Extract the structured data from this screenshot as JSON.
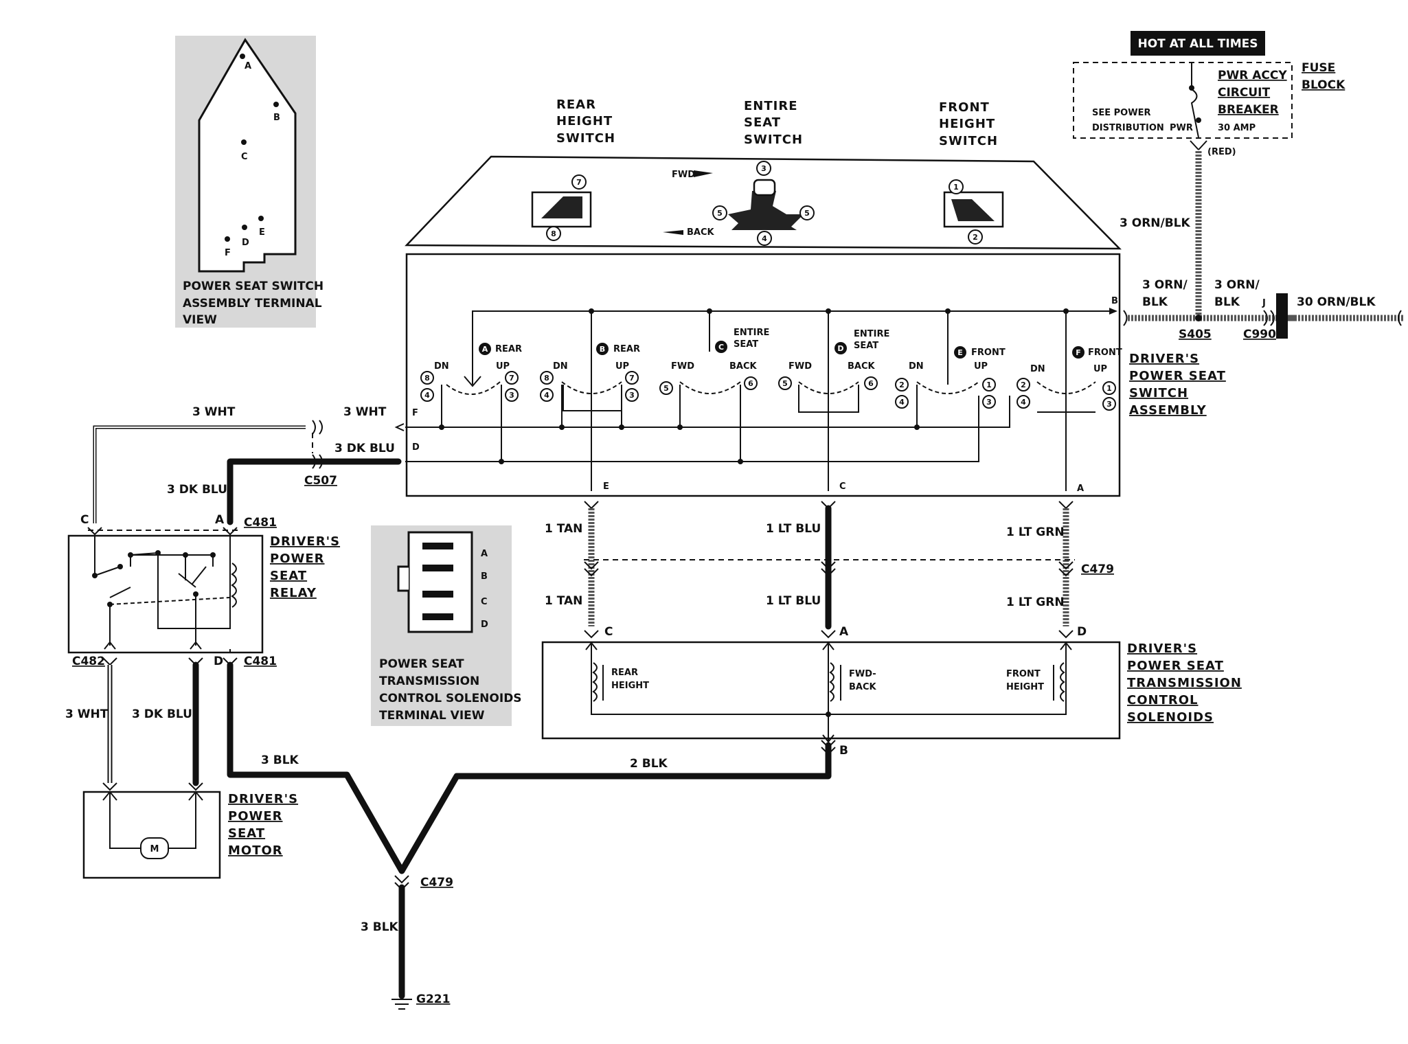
{
  "hot_banner": "HOT AT ALL TIMES",
  "fuse": {
    "breaker": [
      "PWR ACCY",
      "CIRCUIT",
      "BREAKER"
    ],
    "amp": "30 AMP",
    "see_power": [
      "SEE POWER",
      "DISTRIBUTION"
    ],
    "pwr": "PWR",
    "block": [
      "FUSE",
      "BLOCK"
    ],
    "red": "(RED)"
  },
  "switch_headers": {
    "rear": [
      "REAR",
      "HEIGHT",
      "SWITCH"
    ],
    "entire": [
      "ENTIRE",
      "SEAT",
      "SWITCH"
    ],
    "front": [
      "FRONT",
      "HEIGHT",
      "SWITCH"
    ]
  },
  "panel": {
    "fwd": "FWD",
    "back": "BACK"
  },
  "terminal_view": {
    "letters": [
      "A",
      "B",
      "C",
      "D",
      "E",
      "F"
    ],
    "caption": [
      "POWER SEAT SWITCH",
      "ASSEMBLY TERMINAL",
      "VIEW"
    ]
  },
  "solenoid_view": {
    "letters": [
      "A",
      "B",
      "C",
      "D"
    ],
    "caption": [
      "POWER SEAT",
      "TRANSMISSION",
      "CONTROL SOLENOIDS",
      "TERMINAL VIEW"
    ]
  },
  "switch_assembly": {
    "name": [
      "DRIVER'S",
      "POWER SEAT",
      "SWITCH",
      "ASSEMBLY"
    ],
    "contacts": [
      {
        "letter": "A",
        "label": [
          "REAR"
        ],
        "left": "DN",
        "right": "UP"
      },
      {
        "letter": "B",
        "label": [
          "REAR"
        ],
        "left": "DN",
        "right": "UP"
      },
      {
        "letter": "C",
        "label": [
          "ENTIRE",
          "SEAT"
        ],
        "left": "FWD",
        "right": "BACK"
      },
      {
        "letter": "D",
        "label": [
          "ENTIRE",
          "SEAT"
        ],
        "left": "FWD",
        "right": "BACK"
      },
      {
        "letter": "E",
        "label": [
          "FRONT"
        ],
        "left": "DN",
        "right": "UP"
      },
      {
        "letter": "F",
        "label": [
          "FRONT"
        ],
        "left": "DN",
        "right": "UP"
      }
    ],
    "pins": {
      "B": "B",
      "F": "F",
      "D": "D",
      "E": "E",
      "C": "C",
      "A": "A"
    }
  },
  "wires": {
    "orn_blk_3": "3 ORN/BLK",
    "orn_a": "3 ORN/",
    "orn_b": "BLK",
    "orn_30": "30 ORN/BLK",
    "wht": "3 WHT",
    "dk_blu": "3 DK BLU",
    "tan": "1 TAN",
    "lt_blu": "1 LT BLU",
    "lt_grn": "1 LT GRN",
    "blk3": "3 BLK",
    "blk2": "2 BLK"
  },
  "connectors": {
    "s405": "S405",
    "c990": "C990",
    "j": "J",
    "c507": "C507",
    "c481": "C481",
    "c482": "C482",
    "c479": "C479",
    "g221": "G221"
  },
  "relay": {
    "name": [
      "DRIVER'S",
      "POWER",
      "SEAT",
      "RELAY"
    ],
    "pins": {
      "C": "C",
      "A": "A",
      "D": "D"
    }
  },
  "motor": {
    "name": [
      "DRIVER'S",
      "POWER",
      "SEAT",
      "MOTOR"
    ],
    "symbol": "M"
  },
  "solenoids": {
    "name": [
      "DRIVER'S",
      "POWER SEAT",
      "TRANSMISSION",
      "CONTROL",
      "SOLENOIDS"
    ],
    "rear": [
      "REAR",
      "HEIGHT"
    ],
    "fwd": [
      "FWD-",
      "BACK"
    ],
    "front": [
      "FRONT",
      "HEIGHT"
    ],
    "pins": {
      "C": "C",
      "A": "A",
      "D": "D",
      "B": "B"
    }
  }
}
